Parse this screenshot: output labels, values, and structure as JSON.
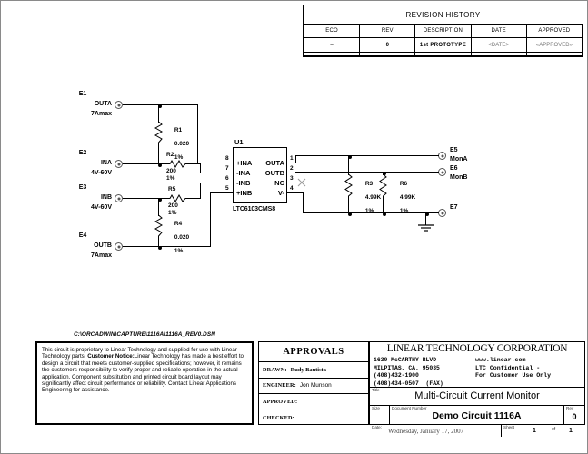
{
  "revision_history": {
    "title": "REVISION HISTORY",
    "columns": [
      "ECO",
      "REV",
      "DESCRIPTION",
      "DATE",
      "APPROVED"
    ],
    "rows": [
      {
        "eco": "–",
        "rev": "0",
        "description": "1st PROTOTYPE",
        "date": "<DATE>",
        "approved": "«APPROVED»"
      },
      {
        "eco": "",
        "rev": "",
        "description": "",
        "date": "",
        "approved": ""
      },
      {
        "eco": "",
        "rev": "",
        "description": "",
        "date": "",
        "approved": ""
      }
    ]
  },
  "schematic": {
    "ic": {
      "ref": "U1",
      "part": "LTC6103CMS8",
      "left_pins": [
        {
          "num": "8",
          "name": "+INA"
        },
        {
          "num": "7",
          "name": "-INA"
        },
        {
          "num": "6",
          "name": "-INB"
        },
        {
          "num": "5",
          "name": "+INB"
        }
      ],
      "right_pins": [
        {
          "num": "1",
          "name": "OUTA"
        },
        {
          "num": "2",
          "name": "OUTB"
        },
        {
          "num": "3",
          "name": "NC"
        },
        {
          "num": "4",
          "name": "V-"
        }
      ]
    },
    "terminals": [
      {
        "id": "E1",
        "name": "OUTA",
        "note": "7Amax"
      },
      {
        "id": "E2",
        "name": "INA",
        "note": "4V-60V"
      },
      {
        "id": "E3",
        "name": "INB",
        "note": "4V-60V"
      },
      {
        "id": "E4",
        "name": "OUTB",
        "note": "7Amax"
      },
      {
        "id": "E5",
        "name": "MonA",
        "note": ""
      },
      {
        "id": "E6",
        "name": "MonB",
        "note": ""
      },
      {
        "id": "E7",
        "name": "GND",
        "note": ""
      }
    ],
    "resistors": [
      {
        "ref": "R1",
        "value": "0.020",
        "tol": "1%"
      },
      {
        "ref": "R2",
        "value": "200",
        "tol": "1%"
      },
      {
        "ref": "R3",
        "value": "4.99K",
        "tol": "1%"
      },
      {
        "ref": "R4",
        "value": "0.020",
        "tol": "1%"
      },
      {
        "ref": "R5",
        "value": "200",
        "tol": "1%"
      },
      {
        "ref": "R6",
        "value": "4.99K",
        "tol": "1%"
      }
    ]
  },
  "file_path": "C:\\ORCADWIN\\CAPTURE\\1116A\\1116A_REV0.DSN",
  "notice": {
    "line1": "This circuit is proprietary to Linear Technology and supplied for use with Linear Technology parts.",
    "heading": "Customer Notice:",
    "body": "Linear Technology has made a best effort to design a circuit that meets customer-supplied specifications; however, it remains the customers responsibility to verify proper and reliable operation in the actual application. Component substitution and printed circuit board layout may significantly affect circuit performance or reliability. Contact Linear Applications Engineering for assistance."
  },
  "approvals": {
    "title": "APPROVALS",
    "rows": [
      {
        "label": "DRAWN:",
        "value": "Rudy Bautista"
      },
      {
        "label": "ENGINEER:",
        "value": "Jon Munson"
      },
      {
        "label": "APPROVED:",
        "value": ""
      },
      {
        "label": "CHECKED:",
        "value": ""
      }
    ]
  },
  "company": {
    "name": "LINEAR TECHNOLOGY CORPORATION",
    "address_line1": "1630 McCARTHY BLVD",
    "address_line2": "MILPITAS, CA. 95035",
    "phone": "(408)432-1900",
    "fax": "(408)434-0507  (FAX)",
    "website": "www.linear.com",
    "confidential_line1": "LTC Confidential -",
    "confidential_line2": "For Customer Use Only"
  },
  "title_block": {
    "title_tag": "Title",
    "title": "Multi-Circuit Current Monitor",
    "size_tag": "Size",
    "size": "",
    "docnum_tag": "Document Number",
    "docnum": "Demo Circuit 1116A",
    "rev_tag": "Rev",
    "rev": "0",
    "date_tag": "Date:",
    "date": "Wednesday, January 17, 2007",
    "sheet_tag": "Sheet",
    "sheet_num": "1",
    "sheet_of": "of",
    "sheet_total": "1"
  },
  "colors": {
    "line": "#000000",
    "border": "#8a8a8a",
    "pad": "#555555",
    "muted": "#777777"
  }
}
